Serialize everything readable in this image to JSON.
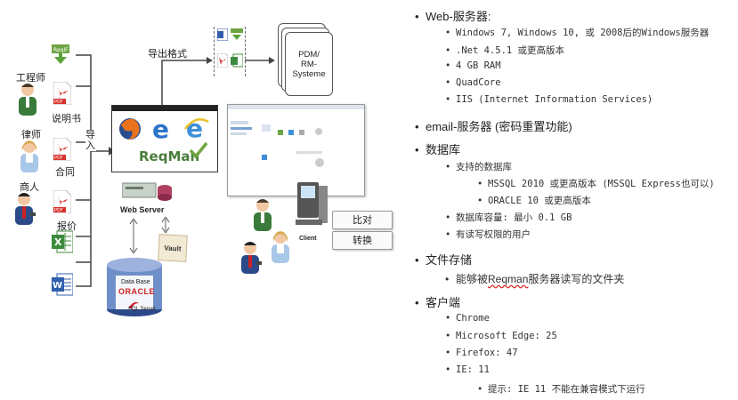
{
  "diagram": {
    "roles": [
      "工程师",
      "律师",
      "商人"
    ],
    "doc_labels": [
      "说明书",
      "合同",
      "报价"
    ],
    "import_label": "导入",
    "export_label": "导出格式",
    "pdm_label": "PDM/\nRM-\nSysteme",
    "reqman_label": "ReqMan",
    "web_server_label": "Web Server",
    "vault_label": "Vault",
    "database_label": "Data Base",
    "oracle_label": "ORACLE",
    "sqlserver_label": "SQL Server",
    "client_label": "Client",
    "compare_label": "比对",
    "convert_label": "转换",
    "icons": [
      "engineer-person-icon",
      "lawyer-person-icon",
      "businessman-person-icon",
      "reqif-icon",
      "pdf-icon",
      "excel-icon",
      "word-icon",
      "firefox-icon",
      "edge-icon",
      "ie-icon",
      "server-icon",
      "database-icon",
      "vault-icon",
      "computer-icon"
    ],
    "colors": {
      "pdf_red": "#d9302c",
      "excel_green": "#3d8b3d",
      "word_blue": "#2f5fae",
      "reqman_green": "#4a7d3a",
      "oracle_red": "#d22020"
    }
  },
  "requirements": {
    "web_server": {
      "title": "Web-服务器:",
      "items": [
        "Windows 7, Windows 10, 或 2008后的Windows服务器",
        ".Net 4.5.1 或更高版本",
        "4 GB RAM",
        "QuadCore",
        "IIS  (Internet Information Services)"
      ]
    },
    "email": {
      "title": "email-服务器 (密码重置功能)"
    },
    "database": {
      "title": "数据库",
      "supported_title": "支持的数据库",
      "supported_items": [
        "MSSQL 2010 或更高版本 (MSSQL Express也可以)",
        "ORACLE 10 或更高版本"
      ],
      "items": [
        "数据库容量: 最小 0.1 GB",
        "有读写权限的用户"
      ]
    },
    "file_storage": {
      "title": "文件存储",
      "item_prefix": "能够被",
      "item_word": "Reqman",
      "item_suffix": "服务器读写的文件夹"
    },
    "client": {
      "title": "客户端",
      "items": [
        "Chrome",
        "Microsoft Edge: 25",
        "Firefox: 47",
        "IE: 11"
      ],
      "hint": "提示: IE 11 不能在兼容模式下运行"
    }
  }
}
